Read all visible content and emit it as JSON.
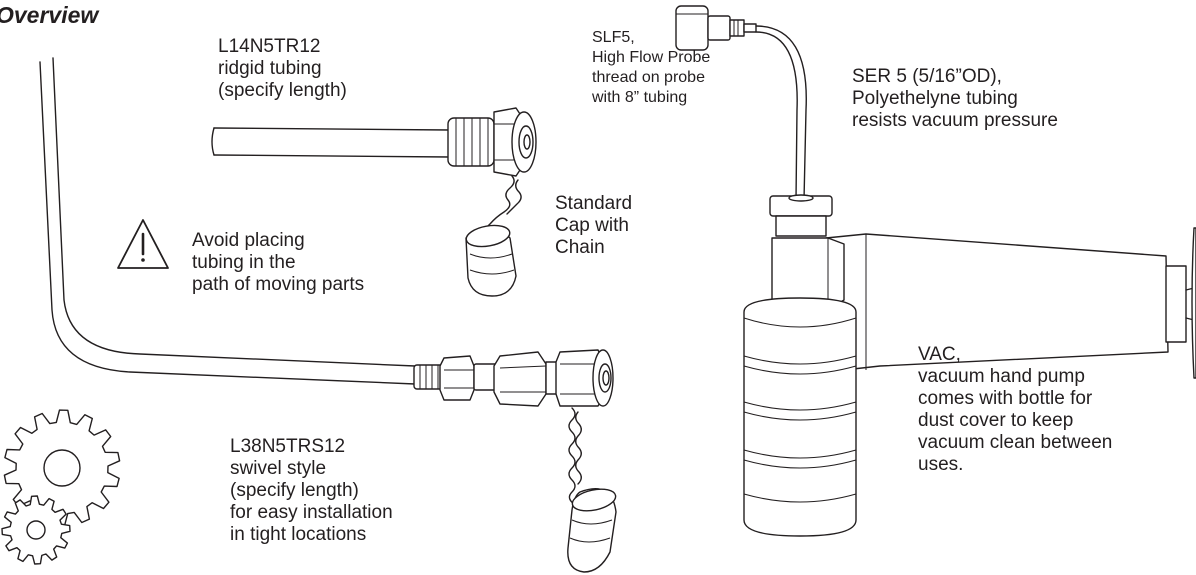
{
  "title": "Overview",
  "labels": {
    "rigid": [
      "L14N5TR12",
      "ridgid tubing",
      "(specify length)"
    ],
    "cap": [
      "Standard",
      "Cap with",
      "Chain"
    ],
    "warning": [
      "Avoid placing",
      "tubing in the",
      "path of moving parts"
    ],
    "swivel": [
      "L38N5TRS12",
      "swivel style",
      "(specify length)",
      "for easy installation",
      "in tight locations"
    ],
    "probe": [
      "SLF5,",
      "High Flow Probe",
      "thread on probe",
      "with 8” tubing"
    ],
    "ser": [
      "SER 5 (5/16”OD),",
      "Polyethelyne tubing",
      "resists vacuum pressure"
    ],
    "vac": [
      "VAC,",
      "vacuum hand pump",
      "comes with bottle for",
      "dust cover to keep",
      "vacuum clean between",
      "uses."
    ]
  },
  "icons": {
    "warning": "warning-triangle-icon",
    "gears": "gear-icon"
  }
}
